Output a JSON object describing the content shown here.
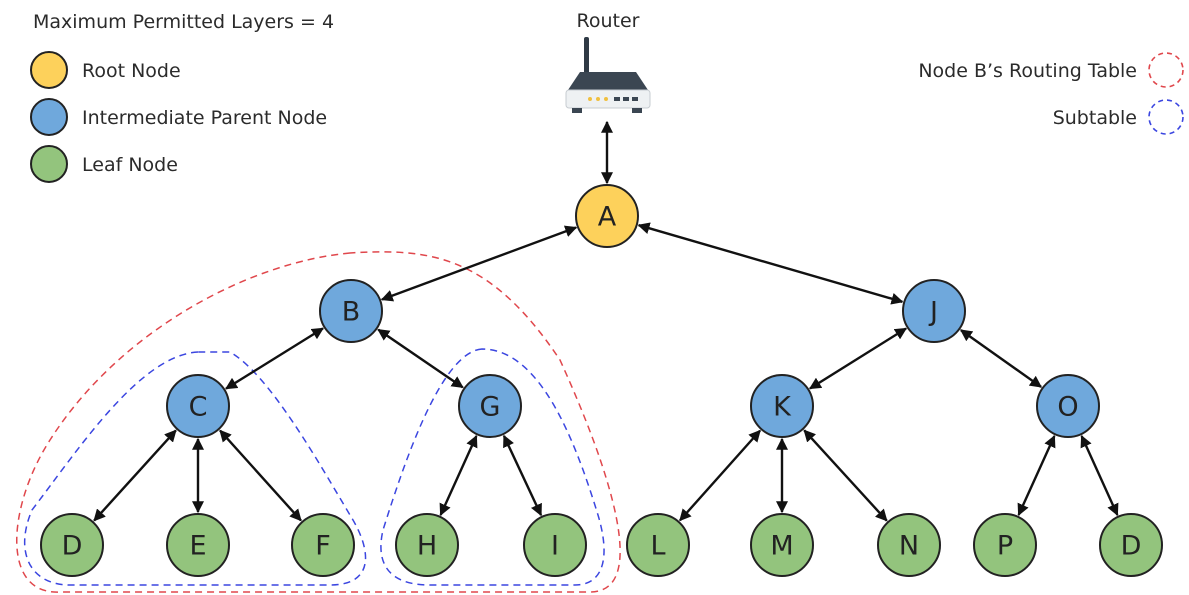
{
  "title": "Maximum Permitted Layers = 4",
  "router_label": "Router",
  "legend": {
    "root": "Root Node",
    "intermediate": "Intermediate Parent Node",
    "leaf": "Leaf Node",
    "routing_table": "Node B’s Routing Table",
    "subtable": "Subtable"
  },
  "colors": {
    "root": "#fdd15b",
    "intermediate": "#6fa8dc",
    "leaf": "#93c47d",
    "routing_table_outline": "#e0474c",
    "subtable_outline": "#3b46e0"
  },
  "nodes": {
    "A": "A",
    "B": "B",
    "C": "C",
    "D1": "D",
    "E": "E",
    "F": "F",
    "G": "G",
    "H": "H",
    "I": "I",
    "J": "J",
    "K": "K",
    "L": "L",
    "M": "M",
    "N": "N",
    "O": "O",
    "P": "P",
    "D2": "D"
  },
  "edges": [
    [
      "Router",
      "A"
    ],
    [
      "A",
      "B"
    ],
    [
      "A",
      "J"
    ],
    [
      "B",
      "C"
    ],
    [
      "B",
      "G"
    ],
    [
      "C",
      "D1"
    ],
    [
      "C",
      "E"
    ],
    [
      "C",
      "F"
    ],
    [
      "G",
      "H"
    ],
    [
      "G",
      "I"
    ],
    [
      "J",
      "K"
    ],
    [
      "J",
      "O"
    ],
    [
      "K",
      "L"
    ],
    [
      "K",
      "M"
    ],
    [
      "K",
      "N"
    ],
    [
      "O",
      "P"
    ],
    [
      "O",
      "D2"
    ]
  ]
}
